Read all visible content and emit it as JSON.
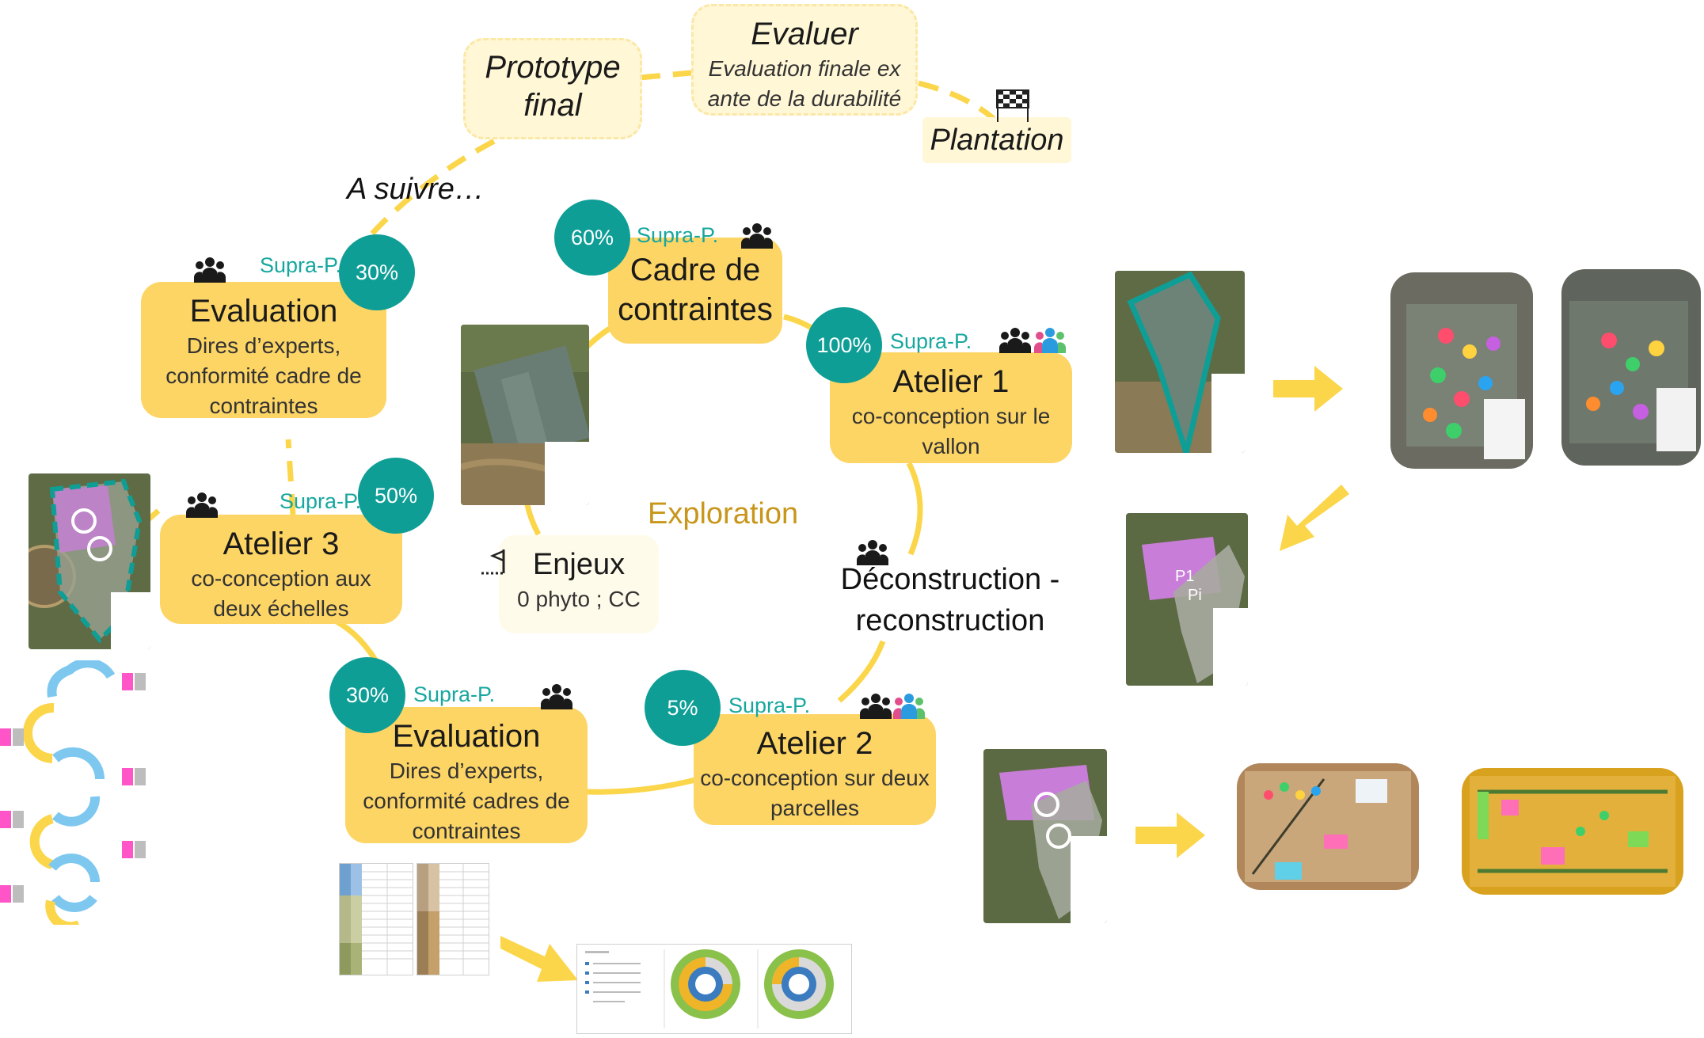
{
  "colors": {
    "box": "#fdd565",
    "box_light": "#fff7d6",
    "teal": "#0f9e96",
    "teal_text": "#17a79f",
    "dash": "#fbd64b",
    "exploration": "#c8961b",
    "pink": "#e078e0"
  },
  "top": {
    "prototype": "Prototype final",
    "evaluer_title": "Evaluer",
    "evaluer_sub": "Evaluation finale ex ante de la durabilité",
    "plantation": "Plantation",
    "a_suivre": "A suivre…",
    "flag_icon": "checkered-flag-icon"
  },
  "center": {
    "exploration": "Exploration",
    "enjeux_title": "Enjeux",
    "enjeux_sub": "0 phyto ; CC",
    "deconstruction": "Déconstruction - reconstruction"
  },
  "steps": {
    "cadre": {
      "title": "Cadre de contraintes",
      "pct": "60%",
      "supra": "Supra-P."
    },
    "atelier1": {
      "title": "Atelier 1",
      "sub": "co-conception sur le vallon",
      "pct": "100%",
      "supra": "Supra-P."
    },
    "atelier2": {
      "title": "Atelier 2",
      "sub": "co-conception sur deux parcelles",
      "pct": "5%",
      "supra": "Supra-P."
    },
    "eval_bottom": {
      "title": "Evaluation",
      "sub": "Dires d’experts, conformité cadres de contraintes",
      "pct": "30%",
      "supra": "Supra-P."
    },
    "atelier3": {
      "title": "Atelier 3",
      "sub": "co-conception aux deux échelles",
      "pct": "50%",
      "supra": "Supra-P."
    },
    "eval_top": {
      "title": "Evaluation",
      "sub": "Dires d’experts, conformité cadre de contraintes",
      "pct": "30%",
      "supra": "Supra-P."
    }
  },
  "map_labels": {
    "p1": "P1",
    "pi": "Pi"
  },
  "icons": {
    "group": "people-group-icon",
    "colored_group": "colored-people-icon",
    "arrow": "yellow-arrow-icon"
  }
}
